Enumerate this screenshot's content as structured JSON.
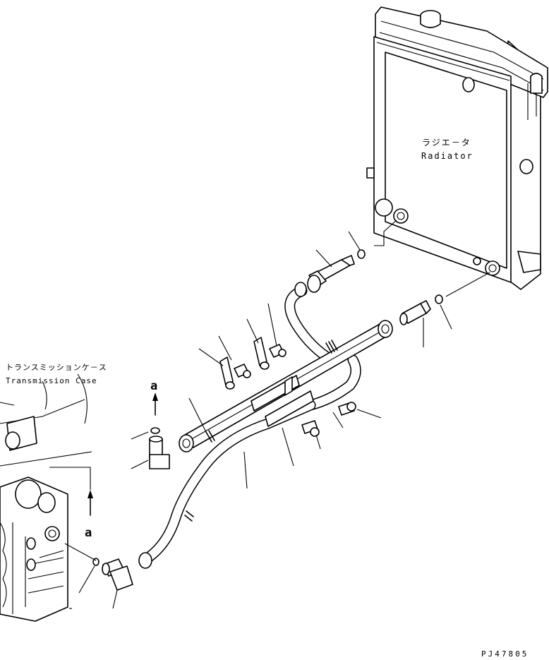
{
  "labels": {
    "radiator_jp": "ラジエ－タ",
    "radiator_en": "Radiator",
    "transmission_jp": "トランスミッションケ－ス",
    "transmission_en": "Transmission Case",
    "view_mark_top": "a",
    "view_mark_bottom": "a",
    "drawing_number": "PJ47805"
  },
  "colors": {
    "ink": "#000000",
    "paper": "#ffffff"
  }
}
